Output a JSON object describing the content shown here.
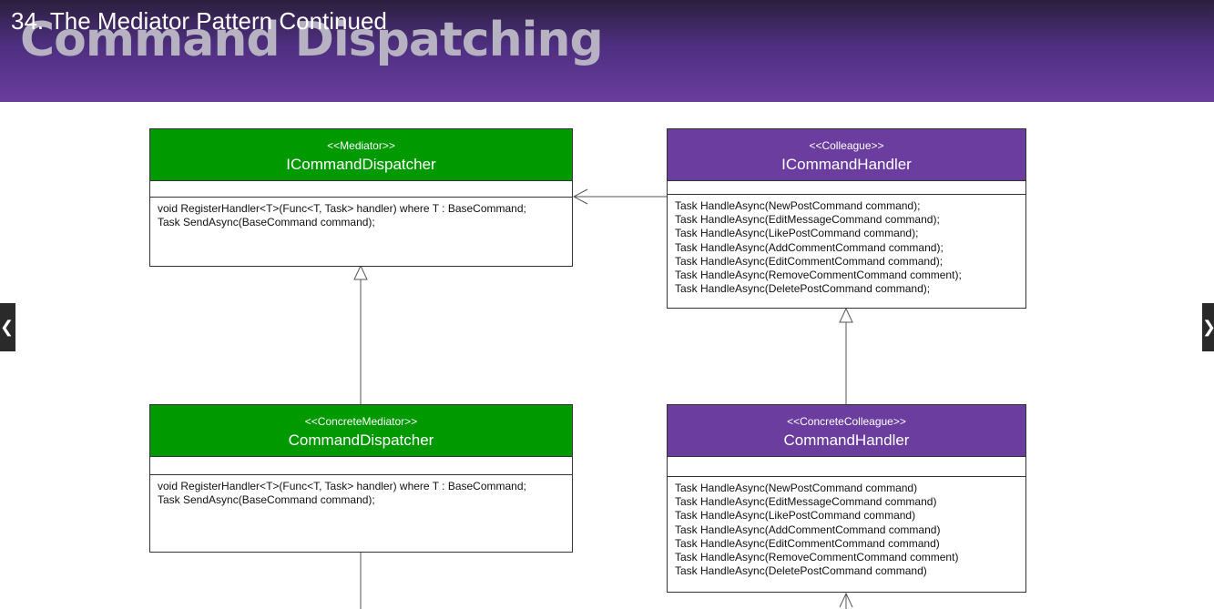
{
  "header": {
    "big_title": "Command Dispatching",
    "overlay_title": "34. The Mediator Pattern Continued"
  },
  "nav": {
    "prev_icon": "chevron-left-icon",
    "next_icon": "chevron-right-icon",
    "prev_glyph": "❮",
    "next_glyph": "❯"
  },
  "colors": {
    "mediator_header": "#009900",
    "colleague_header": "#6a3d9e",
    "banner": "#6a3d9e"
  },
  "boxes": [
    {
      "stereotype": "<<Mediator>>",
      "name": "ICommandDispatcher",
      "operations": [
        "void RegisterHandler<T>(Func<T, Task> handler) where T : BaseCommand;",
        "Task SendAsync(BaseCommand command);"
      ]
    },
    {
      "stereotype": "<<Colleague>>",
      "name": "ICommandHandler",
      "operations": [
        "Task HandleAsync(NewPostCommand command);",
        "Task HandleAsync(EditMessageCommand command);",
        "Task HandleAsync(LikePostCommand command);",
        "Task HandleAsync(AddCommentCommand command);",
        "Task HandleAsync(EditCommentCommand command);",
        "Task HandleAsync(RemoveCommentCommand comment);",
        "Task HandleAsync(DeletePostCommand command);"
      ]
    },
    {
      "stereotype": "<<ConcreteMediator>>",
      "name": "CommandDispatcher",
      "operations": [
        "void RegisterHandler<T>(Func<T, Task> handler) where T : BaseCommand;",
        "Task SendAsync(BaseCommand command);"
      ]
    },
    {
      "stereotype": "<<ConcreteColleague>>",
      "name": "CommandHandler",
      "operations": [
        "Task HandleAsync(NewPostCommand command)",
        "Task HandleAsync(EditMessageCommand command)",
        "Task HandleAsync(LikePostCommand command)",
        "Task HandleAsync(AddCommentCommand command)",
        "Task HandleAsync(EditCommentCommand command)",
        "Task HandleAsync(RemoveCommentCommand comment)",
        "Task HandleAsync(DeletePostCommand command)"
      ]
    }
  ]
}
